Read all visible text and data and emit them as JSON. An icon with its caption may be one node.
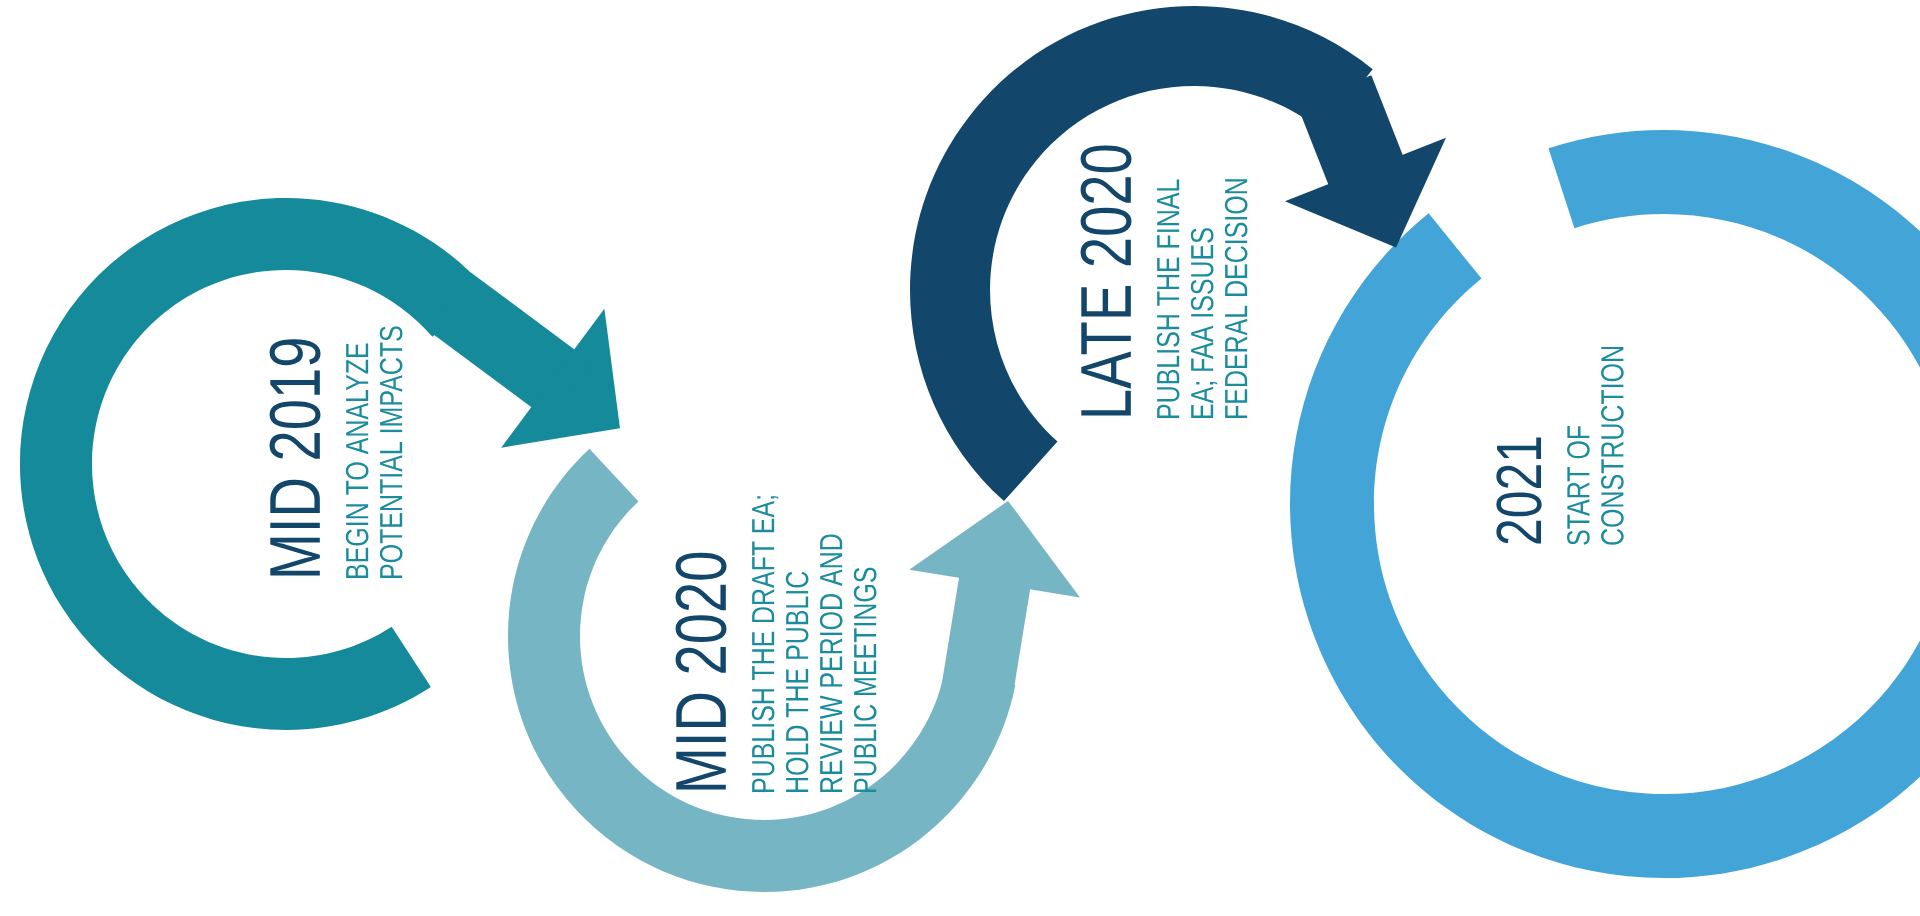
{
  "diagram": {
    "nodes": [
      {
        "text": [
          "MID 2019",
          "BEGIN TO ANALYZE POTENTIAL IMPACTS"
        ]
      },
      {
        "text": [
          "MID 2020",
          "PUBLISH THE DRAFT EA; HOLD THE PUBLIC REVIEW PERIOD AND PUBLIC MEETINGS"
        ]
      },
      {
        "text": [
          "LATE 2020",
          "PUBLISH THE FINAL EA; FAA ISSUES FEDERAL DECISION"
        ]
      },
      {
        "text": [
          "2021",
          "START OF CONSTRUCTION"
        ]
      }
    ],
    "edges": [
      {
        "from": 0,
        "to": 1,
        "arrow": "to",
        "color": "#148a9b"
      },
      {
        "from": 1,
        "to": 2,
        "arrow": "to",
        "color": "#76b5c3"
      },
      {
        "from": 2,
        "to": 3,
        "arrow": "to",
        "color": "#12476b"
      }
    ]
  }
}
